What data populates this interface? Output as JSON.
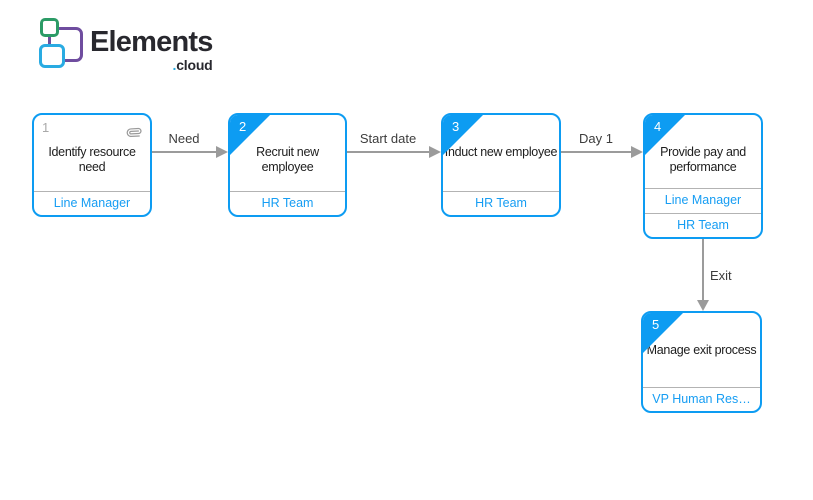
{
  "logo": {
    "brand": "Elements",
    "dot": ".",
    "suffix": "cloud",
    "colors": {
      "green": "#2b9b66",
      "purple": "#6f4d9f",
      "blue": "#29abe2",
      "text": "#28282e"
    }
  },
  "diagram": {
    "accent_color": "#0d9cf2",
    "arrow_color": "#9b9b9b",
    "role_text_color": "#169df3",
    "nodes": [
      {
        "number": "1",
        "title": "Identify resource need",
        "roles": [
          "Line Manager"
        ],
        "has_corner_triangle": false,
        "has_attachment": true
      },
      {
        "number": "2",
        "title": "Recruit new employee",
        "roles": [
          "HR Team"
        ],
        "has_corner_triangle": true,
        "has_attachment": false
      },
      {
        "number": "3",
        "title": "Induct new employee",
        "roles": [
          "HR Team"
        ],
        "has_corner_triangle": true,
        "has_attachment": false
      },
      {
        "number": "4",
        "title": "Provide pay and performance",
        "roles": [
          "Line Manager",
          "HR Team"
        ],
        "has_corner_triangle": true,
        "has_attachment": false
      },
      {
        "number": "5",
        "title": "Manage exit process",
        "roles": [
          "VP Human Res…"
        ],
        "has_corner_triangle": true,
        "has_attachment": false
      }
    ],
    "connectors": [
      {
        "label": "Need",
        "from": "1",
        "to": "2",
        "direction": "right"
      },
      {
        "label": "Start date",
        "from": "2",
        "to": "3",
        "direction": "right"
      },
      {
        "label": "Day 1",
        "from": "3",
        "to": "4",
        "direction": "right"
      },
      {
        "label": "Exit",
        "from": "4",
        "to": "5",
        "direction": "down"
      }
    ]
  }
}
